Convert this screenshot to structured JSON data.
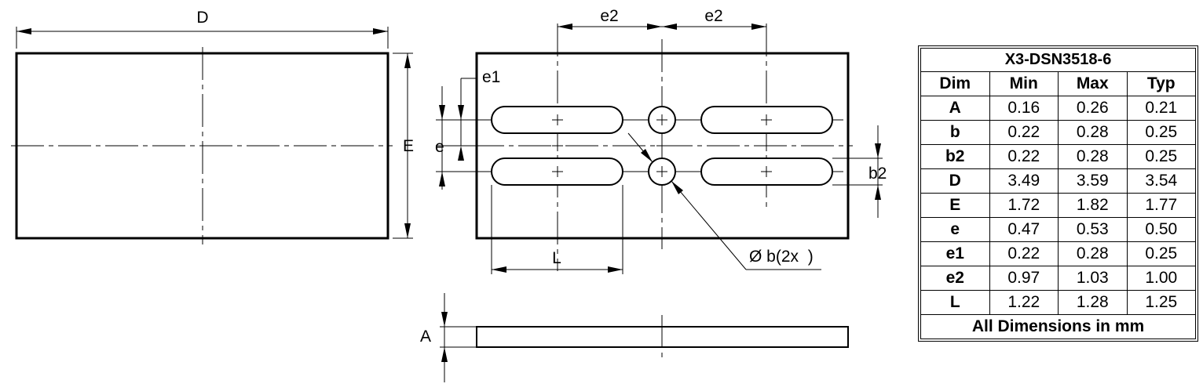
{
  "drawing": {
    "labels": {
      "D": "D",
      "E": "E",
      "e2_left": "e2",
      "e2_right": "e2",
      "e1": "e1",
      "e": "e",
      "b2": "b2",
      "L": "L",
      "b_callout": "Ø b(2x  )",
      "A": "A"
    }
  },
  "table": {
    "title": "X3-DSN3518-6",
    "headers": [
      "Dim",
      "Min",
      "Max",
      "Typ"
    ],
    "rows": [
      [
        "A",
        "0.16",
        "0.26",
        "0.21"
      ],
      [
        "b",
        "0.22",
        "0.28",
        "0.25"
      ],
      [
        "b2",
        "0.22",
        "0.28",
        "0.25"
      ],
      [
        "D",
        "3.49",
        "3.59",
        "3.54"
      ],
      [
        "E",
        "1.72",
        "1.82",
        "1.77"
      ],
      [
        "e",
        "0.47",
        "0.53",
        "0.50"
      ],
      [
        "e1",
        "0.22",
        "0.28",
        "0.25"
      ],
      [
        "e2",
        "0.97",
        "1.03",
        "1.00"
      ],
      [
        "L",
        "1.22",
        "1.28",
        "1.25"
      ]
    ],
    "footer": "All Dimensions in mm"
  }
}
